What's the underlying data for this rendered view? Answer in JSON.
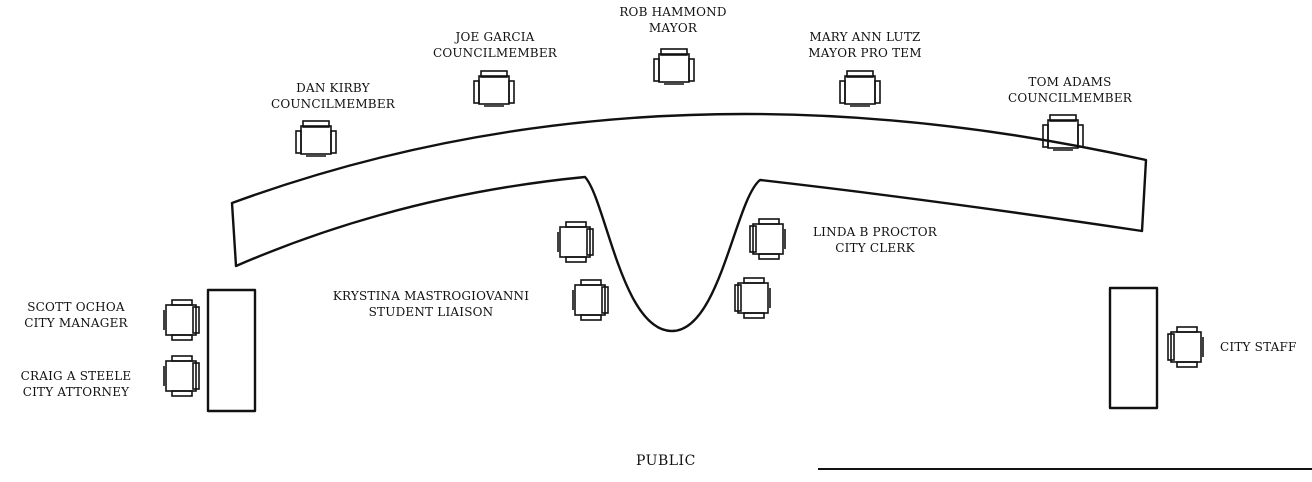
{
  "diagram": {
    "seats": {
      "rob_hammond": {
        "name": "ROB HAMMOND",
        "role": "MAYOR"
      },
      "joe_garcia": {
        "name": "JOE GARCIA",
        "role": "COUNCILMEMBER"
      },
      "mary_ann_lutz": {
        "name": "MARY ANN LUTZ",
        "role": "MAYOR PRO TEM"
      },
      "dan_kirby": {
        "name": "DAN KIRBY",
        "role": "COUNCILMEMBER"
      },
      "tom_adams": {
        "name": "TOM ADAMS",
        "role": "COUNCILMEMBER"
      },
      "linda_proctor": {
        "name": "LINDA B PROCTOR",
        "role": "CITY CLERK"
      },
      "krystina_mastrogiovanni": {
        "name": "KRYSTINA MASTROGIOVANNI",
        "role": "STUDENT LIAISON"
      },
      "scott_ochoa": {
        "name": "SCOTT OCHOA",
        "role": "CITY MANAGER"
      },
      "craig_steele": {
        "name": "CRAIG A STEELE",
        "role": "CITY ATTORNEY"
      },
      "city_staff": {
        "name": "CITY STAFF"
      }
    },
    "public_label": "PUBLIC"
  }
}
